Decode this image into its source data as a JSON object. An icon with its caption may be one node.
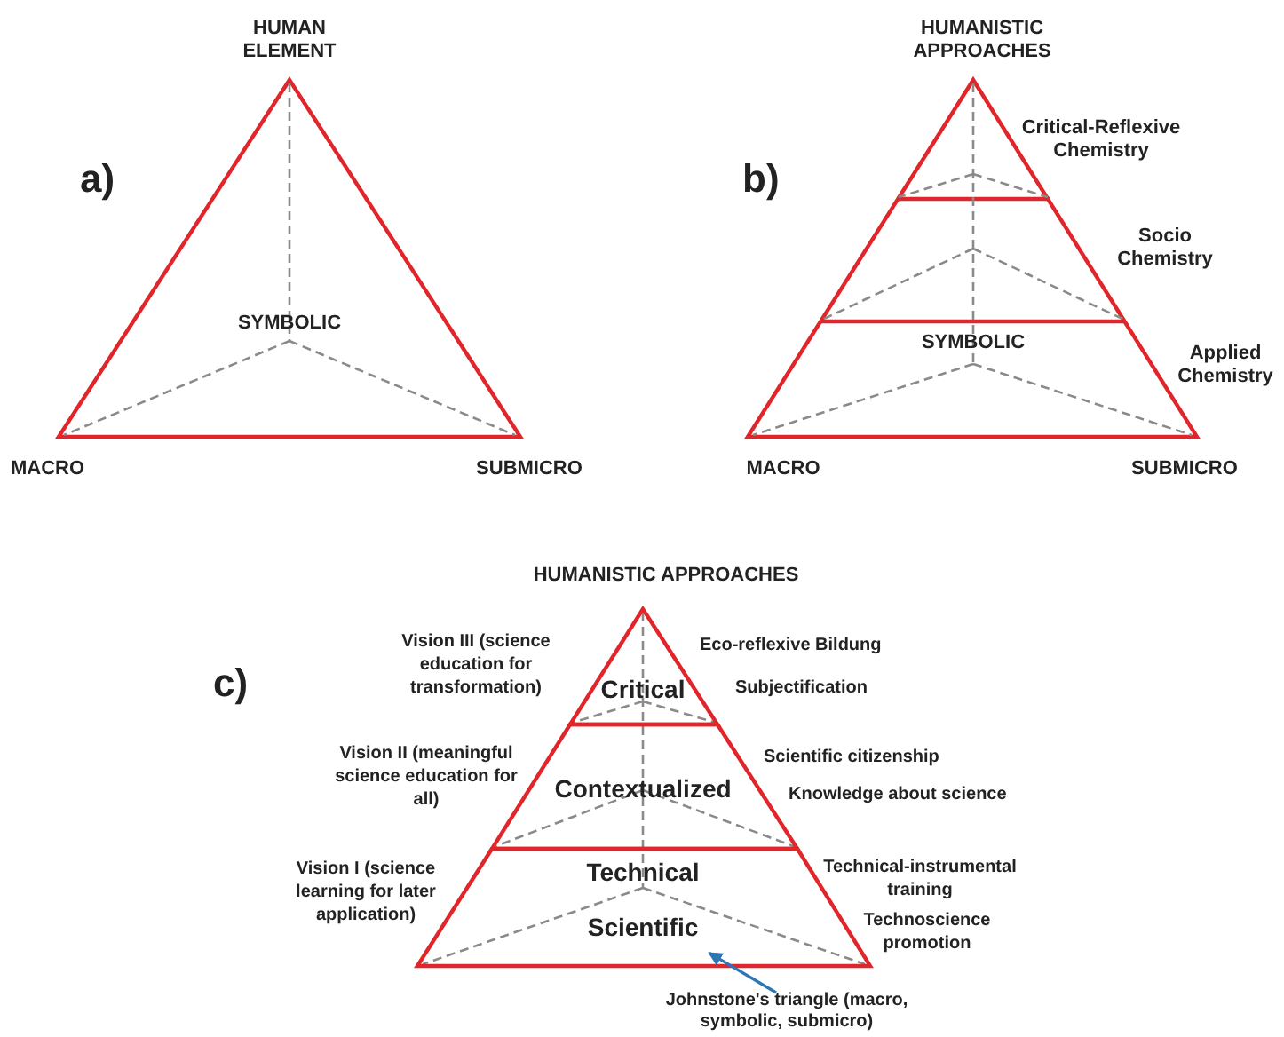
{
  "diagram": {
    "nodes": [
      {
        "text": [
          "Critical"
        ]
      },
      {
        "text": [
          "Contextualized"
        ]
      },
      {
        "text": [
          "Technical",
          "Scientific"
        ]
      },
      {
        "text": [
          "Johnstone's triangle (macro, symbolic, submicro)"
        ]
      }
    ],
    "edges": [
      {
        "from": 3,
        "to": 2,
        "arrow": "to",
        "color": "#2e75b6"
      }
    ],
    "labels": [
      "a)",
      "HUMAN ELEMENT",
      "SYMBOLIC",
      "MACRO",
      "SUBMICRO",
      "b)",
      "HUMANISTIC APPROACHES",
      "Critical-Reflexive Chemistry",
      "Socio Chemistry",
      "SYMBOLIC",
      "Applied Chemistry",
      "MACRO",
      "SUBMICRO",
      "c)",
      "HUMANISTIC APPROACHES",
      "Vision III (science education for transformation)",
      "Eco-reflexive Bildung",
      "Subjectification",
      "Vision II (meaningful science education for all)",
      "Scientific citizenship",
      "Knowledge about science",
      "Vision I (science learning for later application)",
      "Technical-instrumental training",
      "Technoscience promotion"
    ]
  }
}
